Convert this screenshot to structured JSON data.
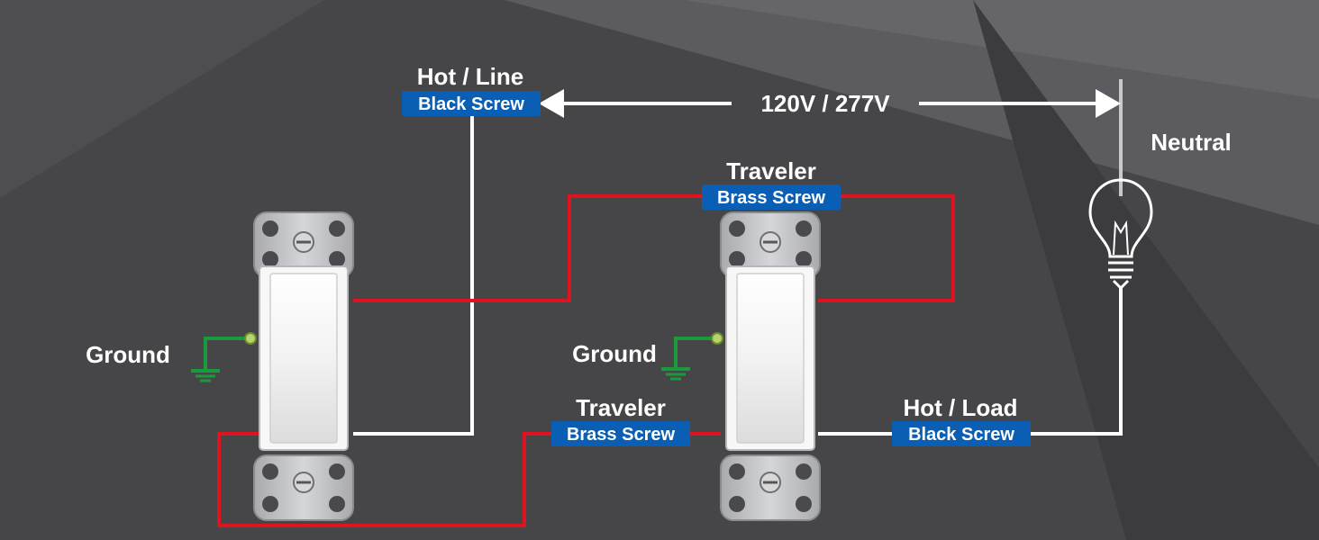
{
  "voltage": "120V / 277V",
  "neutral": "Neutral",
  "hot_line": {
    "title": "Hot / Line",
    "tag": "Black Screw"
  },
  "traveler_top": {
    "title": "Traveler",
    "tag": "Brass Screw"
  },
  "traveler_bottom": {
    "title": "Traveler",
    "tag": "Brass Screw"
  },
  "hot_load": {
    "title": "Hot / Load",
    "tag": "Black Screw"
  },
  "ground_left": "Ground",
  "ground_right": "Ground",
  "colors": {
    "background": "#4a4a4e",
    "tag_blue": "#0a5fb4",
    "traveler_wire": "#e0141e",
    "hot_wire": "#ffffff",
    "ground_wire": "#1a9a3a"
  }
}
